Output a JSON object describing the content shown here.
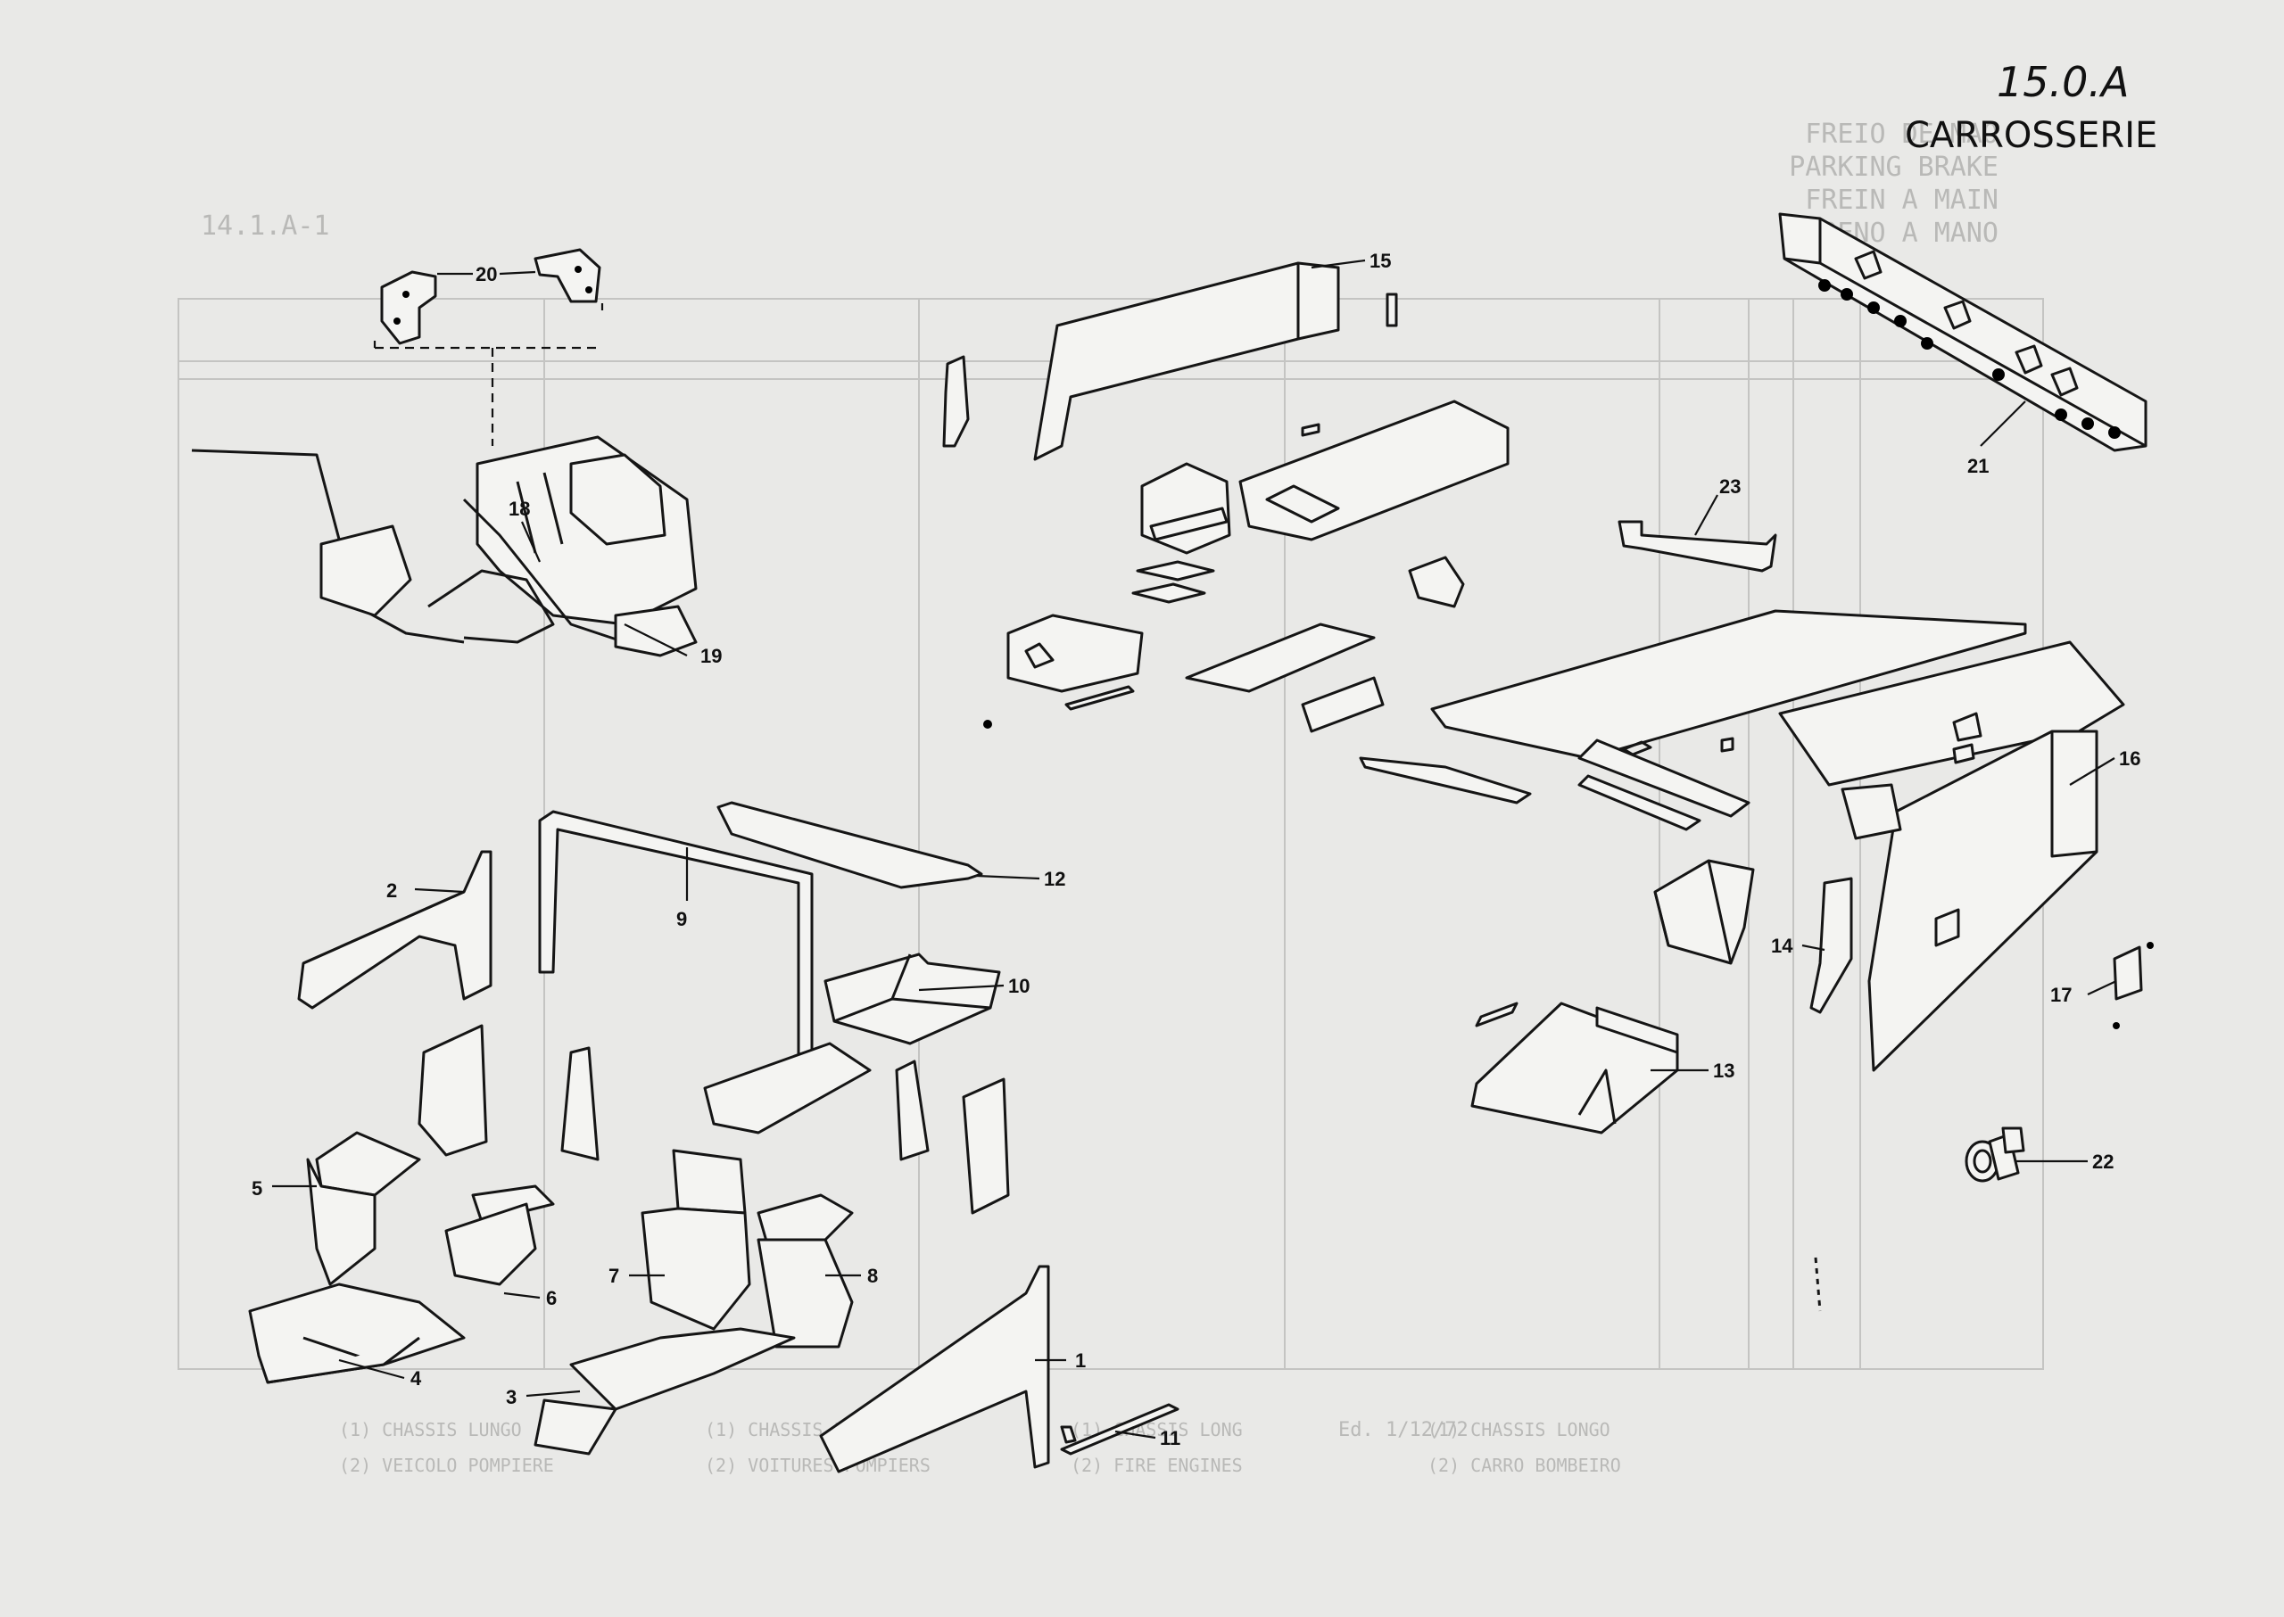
{
  "header": {
    "page_code": "15.0.A",
    "section_title": "CARROSSERIE"
  },
  "background_table": {
    "ref": "14.1.A-1",
    "titles": [
      "FREIO DE MAO",
      "PARKING BRAKE",
      "FREIN A MAIN",
      "FRENO A MANO"
    ],
    "footer_edition": "Ed. 1/12/72",
    "legend": [
      "(1) CHASSIS LONGO",
      "(2) CARRO BOMBEIRO",
      "(1) CHASSIS LONG",
      "(2) FIRE ENGINES",
      "(1) CHASSIS LONG",
      "(2) VOITURES POMPIERS",
      "(1) CHASSIS LUNGO",
      "(2) VEICOLO POMPIERE"
    ]
  },
  "callouts": [
    {
      "id": "1",
      "label": "1"
    },
    {
      "id": "2",
      "label": "2"
    },
    {
      "id": "3",
      "label": "3"
    },
    {
      "id": "4",
      "label": "4"
    },
    {
      "id": "5",
      "label": "5"
    },
    {
      "id": "6",
      "label": "6"
    },
    {
      "id": "7",
      "label": "7"
    },
    {
      "id": "8",
      "label": "8"
    },
    {
      "id": "9",
      "label": "9"
    },
    {
      "id": "10",
      "label": "10"
    },
    {
      "id": "11",
      "label": "11"
    },
    {
      "id": "12",
      "label": "12"
    },
    {
      "id": "13",
      "label": "13"
    },
    {
      "id": "14",
      "label": "14"
    },
    {
      "id": "15",
      "label": "15"
    },
    {
      "id": "16",
      "label": "16"
    },
    {
      "id": "17",
      "label": "17"
    },
    {
      "id": "18",
      "label": "18"
    },
    {
      "id": "19",
      "label": "19"
    },
    {
      "id": "20",
      "label": "20"
    },
    {
      "id": "21",
      "label": "21"
    },
    {
      "id": "22",
      "label": "22"
    },
    {
      "id": "23",
      "label": "23"
    }
  ]
}
